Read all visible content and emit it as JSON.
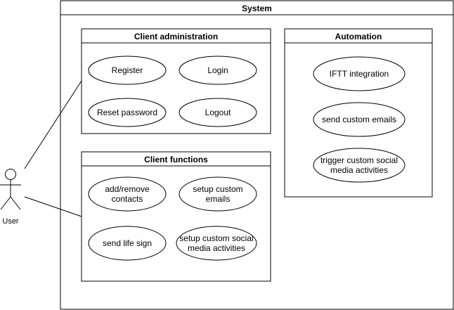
{
  "system": {
    "title": "System"
  },
  "actor": {
    "label": "User"
  },
  "packages": [
    {
      "title": "Client administration",
      "use_cases": [
        {
          "lines": [
            "Register"
          ]
        },
        {
          "lines": [
            "Login"
          ]
        },
        {
          "lines": [
            "Reset password"
          ]
        },
        {
          "lines": [
            "Logout"
          ]
        }
      ]
    },
    {
      "title": "Client functions",
      "use_cases": [
        {
          "lines": [
            "add/remove",
            "contacts"
          ]
        },
        {
          "lines": [
            "setup custom",
            "emails"
          ]
        },
        {
          "lines": [
            "send life sign"
          ]
        },
        {
          "lines": [
            "setup custom social",
            "media activities"
          ]
        }
      ]
    },
    {
      "title": "Automation",
      "use_cases": [
        {
          "lines": [
            "IFTT integration"
          ]
        },
        {
          "lines": [
            "send custom emails"
          ]
        },
        {
          "lines": [
            "trigger custom social",
            "media activities"
          ]
        }
      ]
    }
  ],
  "colors": {
    "stroke": "#000000",
    "fill": "#ffffff"
  }
}
